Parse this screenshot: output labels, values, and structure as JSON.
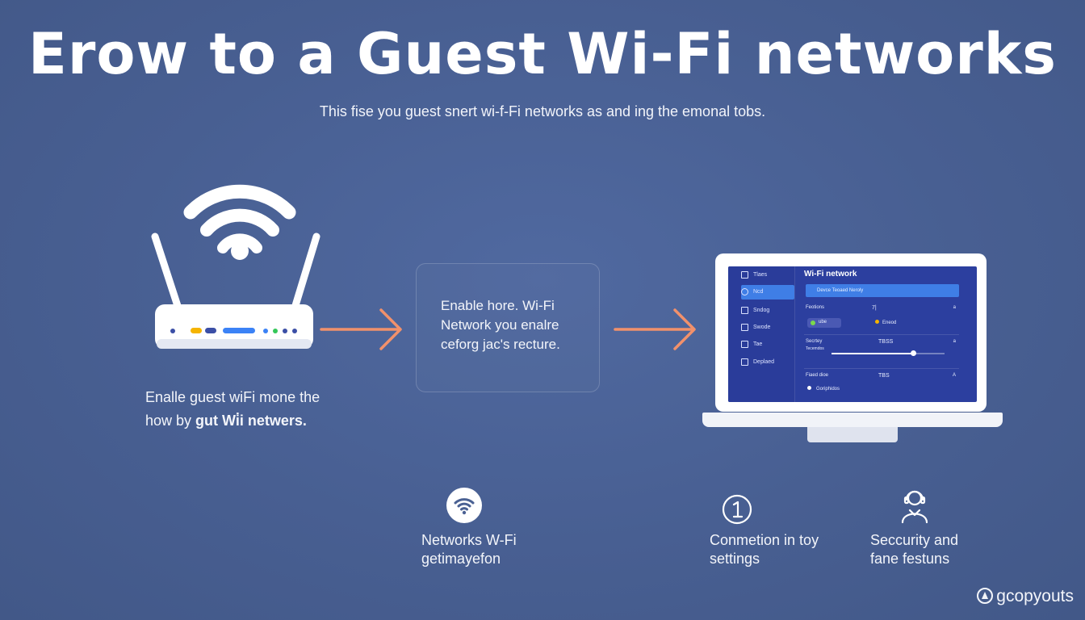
{
  "header": {
    "title": "Erow to a Guest Wi-Fi networks",
    "subtitle": "This fise you guest snert wi-f-Fi networks as and ing the emonal tobs."
  },
  "router": {
    "caption_line1": "Enalle guest wiFi mone the",
    "caption_line2_pre": "how by ",
    "caption_line2_bold": "gut Wi̇i netwers."
  },
  "middle": {
    "line1": "Enable hore. Wi-Fi",
    "line2": "Network you enalre",
    "line3": "ceforg jac's recture."
  },
  "laptop": {
    "sidebar": [
      {
        "label": "Tlaes",
        "active": false
      },
      {
        "label": "Ncd",
        "active": true
      },
      {
        "label": "Sndog",
        "active": false
      },
      {
        "label": "Swode",
        "active": false
      },
      {
        "label": "Tae",
        "active": false
      },
      {
        "label": "Deplaed",
        "active": false
      }
    ],
    "panel_title": "Wi-Fi network",
    "search_text": "Devce Teoaed Neroly",
    "rows": [
      {
        "label": "Feotions",
        "mid": "7|",
        "end": "a",
        "toggle_label": "ube",
        "status": "Eneod"
      },
      {
        "label": "Secrtey",
        "sub": "Tecemdos",
        "mid": "TBSS",
        "end": "a",
        "slider": 0.72
      },
      {
        "label": "Fiaed dioe",
        "mid": "TBS",
        "end": "A",
        "option": "Goriphidos"
      }
    ]
  },
  "features": [
    {
      "icon": "wifi-badge-icon",
      "line1": "Networks W-Fi",
      "line2": "getimayefon"
    },
    {
      "icon": "number-one-icon",
      "line1": "Conmetion in toy",
      "line2": "settings"
    },
    {
      "icon": "user-headset-icon",
      "line1": "Seccurity and",
      "line2": "fane festuns"
    }
  ],
  "brand": {
    "text": "gcopyouts",
    "icon": "brand-logo-icon"
  },
  "colors": {
    "background": "#4a6193",
    "arrow": "#f2916b",
    "accent_blue": "#3f7ee6",
    "screen_blue": "#2c3f9f",
    "led_blue": "#3b82f6",
    "led_yellow": "#f5b400",
    "led_green": "#34c759"
  }
}
